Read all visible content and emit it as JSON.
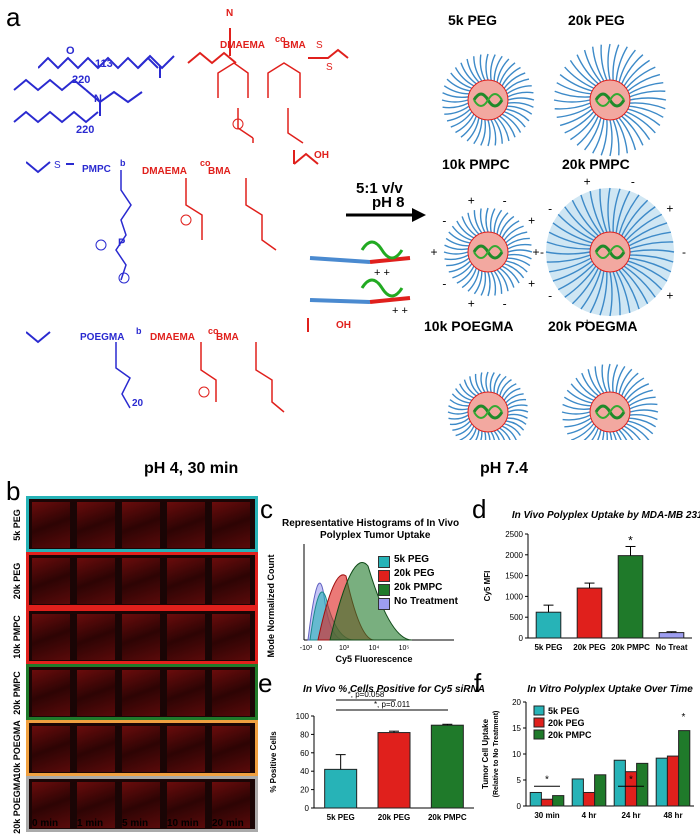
{
  "panel_labels": {
    "a": "a",
    "b": "b",
    "c": "c",
    "d": "d",
    "e": "e",
    "f": "f"
  },
  "panel_a": {
    "peg_repeat": "113",
    "poegma_branch_repeat_1": "220",
    "poegma_branch_repeat_2": "220",
    "poegma_side_repeat": "20",
    "dmaema": "DMAEMA",
    "bma": "BMA",
    "co": "co",
    "block": "b",
    "pmpc": "PMPC",
    "poegma": "POEGMA",
    "nitrile": "N",
    "oh": "OH",
    "arrow_ratio": "5:1 v/v",
    "arrow_ph": "pH 8",
    "left_caption": "pH 4, 30 min",
    "right_caption": "pH 7.4",
    "particles": [
      "5k PEG",
      "20k PEG",
      "10k PMPC",
      "20k PMPC",
      "10k POEGMA",
      "20k POEGMA"
    ]
  },
  "panel_b": {
    "rows": [
      "5k PEG",
      "20k PEG",
      "10k PMPC",
      "20k PMPC",
      "10k POEGMA",
      "20k POEGMA"
    ],
    "row_colors": [
      "#27b3b7",
      "#e0201c",
      "#e0201c",
      "#1f7a2a",
      "#f0a040",
      "#aaaaaa"
    ],
    "times": [
      "0 min",
      "1 min",
      "5 min",
      "10 min",
      "20 min"
    ]
  },
  "panel_c": {
    "title_line1": "Representative Histograms of In Vivo",
    "title_line2": "Polyplex Tumor Uptake",
    "ylabel": "Mode Normalized Count",
    "xlabel": "Cy5 Fluorescence",
    "ticks": [
      "-10³",
      "0",
      "10³",
      "10⁴",
      "10⁵"
    ],
    "legend": [
      {
        "label": "5k PEG",
        "color": "#27b3b7"
      },
      {
        "label": "20k PEG",
        "color": "#e0201c"
      },
      {
        "label": "20k PMPC",
        "color": "#1f7a2a"
      },
      {
        "label": "No Treatment",
        "color": "#9e9ef0"
      }
    ]
  },
  "chart_data": [
    {
      "type": "bar",
      "title": "In Vivo Polyplex Uptake by MDA-MB 231s",
      "ylabel": "Cy5 MFI",
      "categories": [
        "5k PEG",
        "20k PEG",
        "20k PMPC",
        "No Treat"
      ],
      "values": [
        620,
        1200,
        1980,
        130
      ],
      "errors": [
        170,
        120,
        220,
        20
      ],
      "colors": [
        "#27b3b7",
        "#e0201c",
        "#1f7a2a",
        "#9e9ef0"
      ],
      "ylim": [
        0,
        2500
      ],
      "yticks": [
        0,
        500,
        1000,
        1500,
        2000,
        2500
      ],
      "annotation": "*"
    },
    {
      "type": "bar",
      "title": "In Vivo % Cells Positive for Cy5 siRNA",
      "ylabel": "% Positive Cells",
      "categories": [
        "5k PEG",
        "20k PEG",
        "20k PMPC"
      ],
      "values": [
        42,
        82,
        90
      ],
      "errors": [
        16,
        1.5,
        1
      ],
      "colors": [
        "#27b3b7",
        "#e0201c",
        "#1f7a2a"
      ],
      "ylim": [
        0,
        100
      ],
      "yticks": [
        0,
        20,
        40,
        60,
        80,
        100
      ],
      "annotations": [
        "*, p=0.058",
        "*, p=0.011"
      ]
    },
    {
      "type": "bar",
      "title": "In Vitro Polyplex Uptake Over Time",
      "ylabel": "Tumor Cell Uptake",
      "ylabel2": "(Relative to No Treatment)",
      "categories": [
        "30 min",
        "4 hr",
        "24 hr",
        "48 hr"
      ],
      "series": [
        {
          "name": "5k PEG",
          "color": "#27b3b7",
          "values": [
            2.6,
            5.2,
            8.8,
            9.2
          ]
        },
        {
          "name": "20k PEG",
          "color": "#e0201c",
          "values": [
            1.3,
            2.6,
            6.6,
            9.6
          ]
        },
        {
          "name": "20k PMPC",
          "color": "#1f7a2a",
          "values": [
            2.0,
            6.0,
            8.2,
            14.5
          ]
        }
      ],
      "ylim": [
        0,
        20
      ],
      "yticks": [
        0,
        5,
        10,
        15,
        20
      ],
      "annotation": "*"
    }
  ]
}
